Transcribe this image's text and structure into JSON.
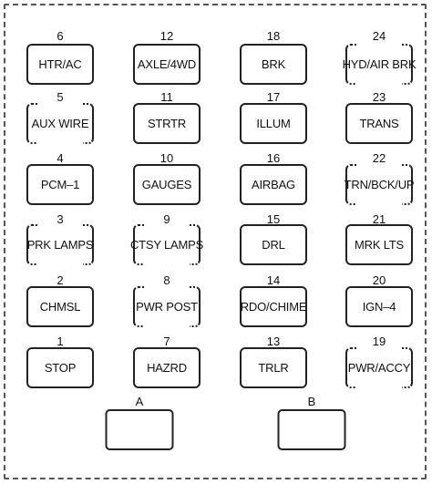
{
  "fuse_columns": [
    [
      {
        "number": "6",
        "label": "HTR/AC",
        "style": "solid"
      },
      {
        "number": "5",
        "label": "AUX WIRE",
        "style": "bracket"
      },
      {
        "number": "4",
        "label": "PCM–1",
        "style": "solid"
      },
      {
        "number": "3",
        "label": "PRK LAMPS",
        "style": "bracket"
      },
      {
        "number": "2",
        "label": "CHMSL",
        "style": "solid"
      },
      {
        "number": "1",
        "label": "STOP",
        "style": "solid"
      }
    ],
    [
      {
        "number": "12",
        "label": "AXLE/4WD",
        "style": "solid"
      },
      {
        "number": "11",
        "label": "STRTR",
        "style": "solid"
      },
      {
        "number": "10",
        "label": "GAUGES",
        "style": "solid"
      },
      {
        "number": "9",
        "label": "CTSY LAMPS",
        "style": "bracket"
      },
      {
        "number": "8",
        "label": "PWR POST",
        "style": "bracket"
      },
      {
        "number": "7",
        "label": "HAZRD",
        "style": "solid"
      }
    ],
    [
      {
        "number": "18",
        "label": "BRK",
        "style": "solid"
      },
      {
        "number": "17",
        "label": "ILLUM",
        "style": "solid"
      },
      {
        "number": "16",
        "label": "AIRBAG",
        "style": "solid"
      },
      {
        "number": "15",
        "label": "DRL",
        "style": "solid"
      },
      {
        "number": "14",
        "label": "RDO/CHIME",
        "style": "solid"
      },
      {
        "number": "13",
        "label": "TRLR",
        "style": "solid"
      }
    ],
    [
      {
        "number": "24",
        "label": "HYD/AIR BRK",
        "style": "bracket"
      },
      {
        "number": "23",
        "label": "TRANS",
        "style": "solid"
      },
      {
        "number": "22",
        "label": "TRN/BCK/UP",
        "style": "bracket"
      },
      {
        "number": "21",
        "label": "MRK LTS",
        "style": "solid"
      },
      {
        "number": "20",
        "label": "IGN–4",
        "style": "solid"
      },
      {
        "number": "19",
        "label": "PWR/ACCY",
        "style": "bracket"
      }
    ]
  ],
  "relays": [
    {
      "label": "A"
    },
    {
      "label": "B"
    }
  ]
}
